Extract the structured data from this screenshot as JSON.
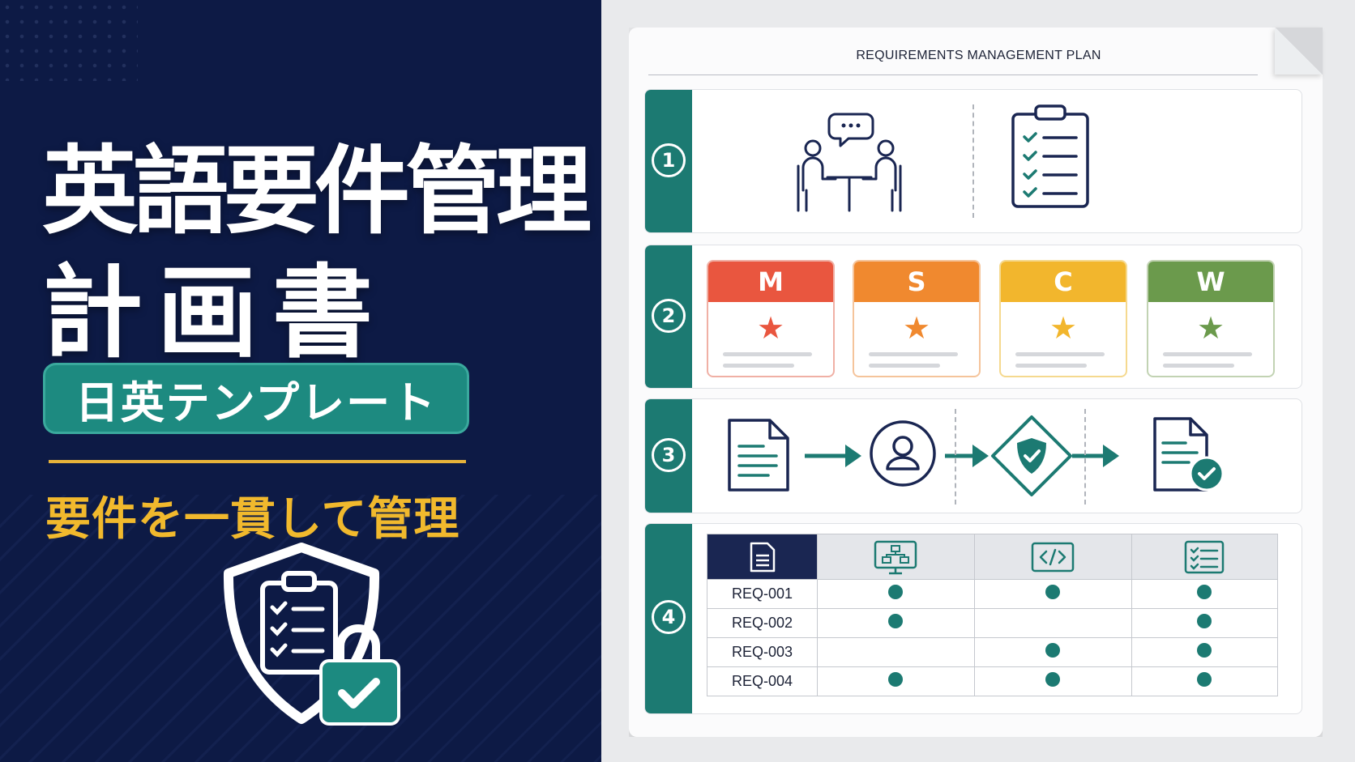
{
  "left": {
    "title_line1": "英語要件管理",
    "title_line2": "計画書",
    "badge": "日英テンプレート",
    "subtitle": "要件を一貫して管理"
  },
  "document": {
    "title": "REQUIREMENTS MANAGEMENT PLAN",
    "sections": [
      {
        "number": "1"
      },
      {
        "number": "2",
        "cards": [
          {
            "letter": "M",
            "color": "#e9563f"
          },
          {
            "letter": "S",
            "color": "#f0892f"
          },
          {
            "letter": "C",
            "color": "#f2b62d"
          },
          {
            "letter": "W",
            "color": "#6b9a4c"
          }
        ]
      },
      {
        "number": "3"
      },
      {
        "number": "4",
        "rows": [
          {
            "id": "REQ-001",
            "cells": [
              true,
              true,
              true
            ]
          },
          {
            "id": "REQ-002",
            "cells": [
              true,
              false,
              true
            ]
          },
          {
            "id": "REQ-003",
            "cells": [
              false,
              true,
              true
            ]
          },
          {
            "id": "REQ-004",
            "cells": [
              true,
              true,
              true
            ]
          }
        ]
      }
    ]
  },
  "icons": {
    "section1": [
      "meeting-icon",
      "checklist-clipboard-icon"
    ],
    "section3": [
      "document-icon",
      "user-icon",
      "shield-check-icon",
      "approved-document-icon"
    ],
    "section4_headers": [
      "document-icon",
      "design-diagram-icon",
      "code-icon",
      "test-checklist-icon"
    ],
    "left": "shield-lock-clipboard-icon"
  },
  "colors": {
    "navy": "#0d1a45",
    "teal": "#1c7a72",
    "gold": "#f1b92d"
  }
}
